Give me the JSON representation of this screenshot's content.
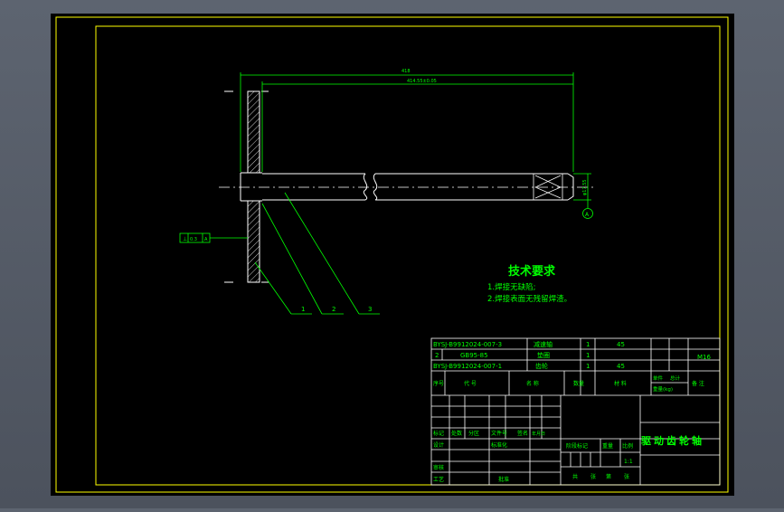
{
  "drawing": {
    "tech_title": "技术要求",
    "notes": [
      "1.焊接无缺陷;",
      "2.焊接表面无残留焊渣。"
    ],
    "dimensions": {
      "overall_length": "418",
      "inner_length": "414.55±0.05",
      "diameter": "φ17.55",
      "tolerance_value": "0.3",
      "tolerance_datum": "A"
    },
    "datum_label": "A",
    "callouts": [
      "1",
      "2",
      "3"
    ]
  },
  "title_block": {
    "parts": [
      {
        "code": "BYSJ-B9912024-007-3",
        "name": "减速轴",
        "qty": "1",
        "material": "45",
        "note": ""
      },
      {
        "code": "2",
        "spec": "GB95-85",
        "name": "垫圈",
        "qty": "1",
        "material": "",
        "note": "M16"
      },
      {
        "code": "BYSJ-B9912024-007-1",
        "name": "齿轮",
        "qty": "1",
        "material": "45",
        "note": ""
      }
    ],
    "header": {
      "seq": "序号",
      "code": "代  号",
      "name": "名  称",
      "qty": "数量",
      "material": "材  料",
      "single_weight": "单件",
      "total_weight": "总计",
      "weight_unit": "重量(kg)",
      "remark": "备  注"
    },
    "drawing_title": "驱动齿轮轴",
    "scale": "1:1",
    "rows_labels": [
      "标记",
      "处数",
      "分区",
      "文件号",
      "签名",
      "年月日"
    ],
    "signature_labels": [
      "设计",
      "审核",
      "工艺",
      "标准化",
      "批准"
    ],
    "stage_labels": [
      "阶段标记",
      "重量",
      "比例"
    ],
    "sheet_labels": [
      "共",
      "张",
      "第",
      "张"
    ]
  },
  "colors": {
    "background": "#000000",
    "frame": "#ffff00",
    "geometry": "#ffffff",
    "text": "#00ff00",
    "dimension": "#00ff00"
  }
}
